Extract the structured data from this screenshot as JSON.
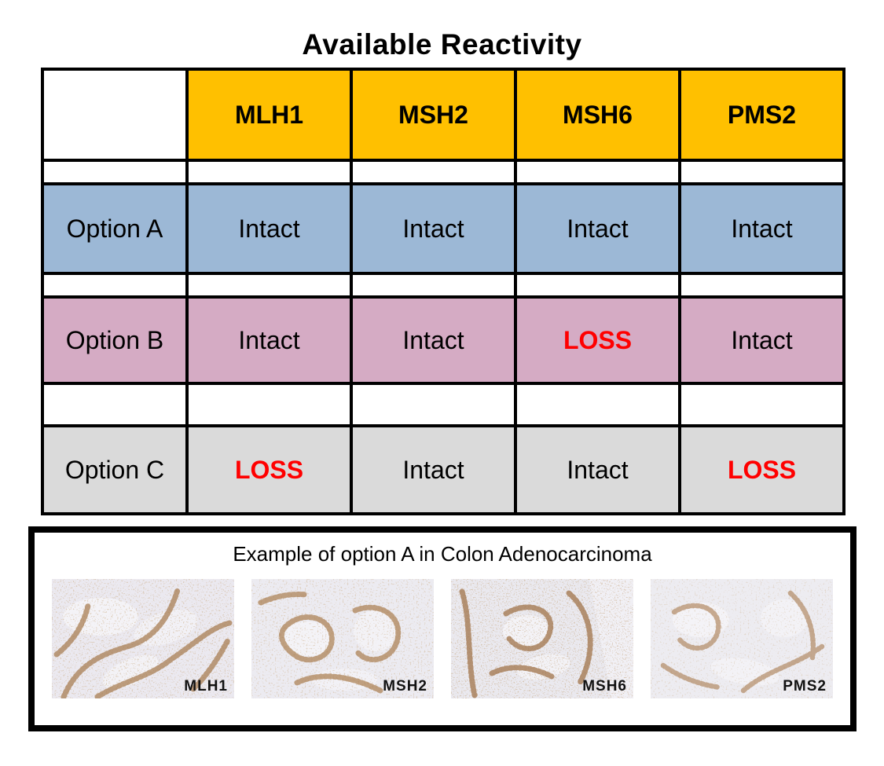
{
  "title": "Available Reactivity",
  "table": {
    "columns": [
      "MLH1",
      "MSH2",
      "MSH6",
      "PMS2"
    ],
    "rows": [
      {
        "label": "Option A",
        "values": [
          "Intact",
          "Intact",
          "Intact",
          "Intact"
        ]
      },
      {
        "label": "Option B",
        "values": [
          "Intact",
          "Intact",
          "LOSS",
          "Intact"
        ]
      },
      {
        "label": "Option C",
        "values": [
          "LOSS",
          "Intact",
          "Intact",
          "LOSS"
        ]
      }
    ],
    "colors": {
      "header": "#FFC000",
      "row_a": "#9CB8D6",
      "row_b": "#D5ABC4",
      "row_c": "#DADADA",
      "loss_text": "#FF0000",
      "border": "#000000"
    }
  },
  "figure": {
    "caption": "Example of option A in Colon Adenocarcinoma",
    "panels": [
      {
        "label": "MLH1"
      },
      {
        "label": "MSH2"
      },
      {
        "label": "MSH6"
      },
      {
        "label": "PMS2"
      }
    ]
  }
}
